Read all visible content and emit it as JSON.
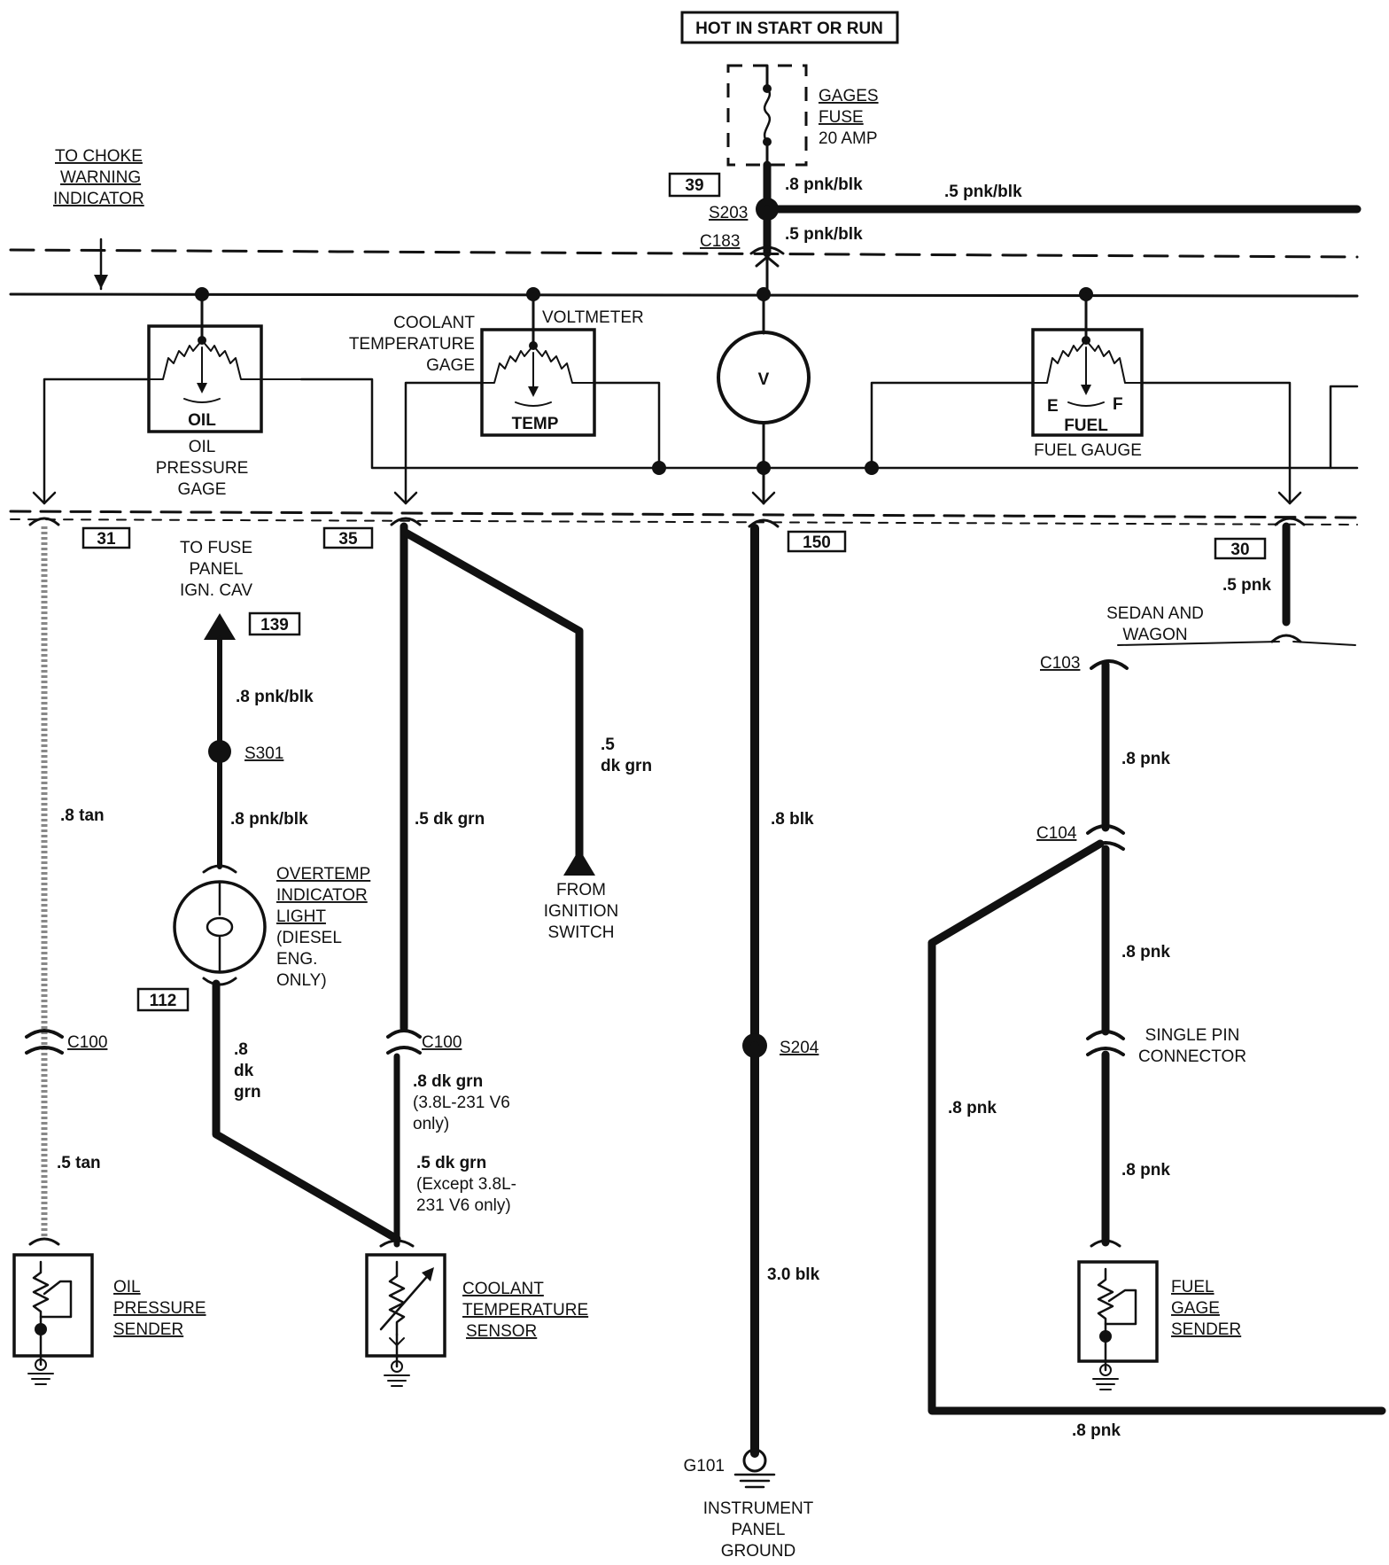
{
  "header": {
    "hot_label": "HOT IN START OR RUN"
  },
  "fuse": {
    "name_line1": "GAGES",
    "name_line2": "FUSE",
    "rating": "20 AMP"
  },
  "circuits": {
    "c39": "39",
    "c31": "31",
    "c35": "35",
    "c150": "150",
    "c30": "30",
    "c139": "139",
    "c112": "112"
  },
  "splices": {
    "s203": "S203",
    "s301": "S301",
    "s204": "S204"
  },
  "connectors": {
    "c183": "C183",
    "c100_left": "C100",
    "c100_mid": "C100",
    "c103": "C103",
    "c104": "C104",
    "single_pin_line1": "SINGLE PIN",
    "single_pin_line2": "CONNECTOR"
  },
  "choke": {
    "line1": "TO CHOKE",
    "line2": "WARNING",
    "line3": "INDICATOR"
  },
  "gauges": {
    "oil": {
      "face": "OIL",
      "line1": "OIL",
      "line2": "PRESSURE",
      "line3": "GAGE"
    },
    "coolant": {
      "face": "TEMP",
      "line1": "COOLANT",
      "line2": "TEMPERATURE",
      "line3": "GAGE"
    },
    "voltmeter": {
      "face": "V",
      "label": "VOLTMETER"
    },
    "fuel": {
      "face": "FUEL",
      "empty": "E",
      "full": "F",
      "label": "FUEL GAUGE"
    }
  },
  "wires": {
    "w_fuse_out": ".8 pnk/blk",
    "w_top_right": ".5 pnk/blk",
    "w_c183": ".5 pnk/blk",
    "w_tan_top": ".8 tan",
    "w_tan_bottom": ".5 tan",
    "w_s301_top": ".8 pnk/blk",
    "w_s301_bottom": ".8 pnk/blk",
    "w_dkgrn_8a": ".8",
    "w_dkgrn_8b": "dk",
    "w_dkgrn_8c": "grn",
    "w_dkgrn_5": ".5 dk grn",
    "w_ign_1": ".5",
    "w_ign_2": "dk grn",
    "w_dkgrn_38": ".8 dk grn",
    "w_dkgrn_38_note1": "(3.8L-231 V6",
    "w_dkgrn_38_note2": "only)",
    "w_dkgrn_exc": ".5 dk grn",
    "w_dkgrn_exc_note1": "(Except 3.8L-",
    "w_dkgrn_exc_note2": "231 V6 only)",
    "w_blk8": ".8 blk",
    "w_blk30": "3.0 blk",
    "w_pnk5": ".5 pnk",
    "w_pnk_c103": ".8 pnk",
    "w_pnk_c104": ".8 pnk",
    "w_pnk_single": ".8 pnk",
    "w_pnk_left": ".8 pnk",
    "w_pnk_bottom": ".8 pnk"
  },
  "fuse_panel": {
    "line1": "TO FUSE",
    "line2": "PANEL",
    "line3": "IGN. CAV"
  },
  "ignition": {
    "line1": "FROM",
    "line2": "IGNITION",
    "line3": "SWITCH"
  },
  "overtemp": {
    "line1": "OVERTEMP",
    "line2": "INDICATOR",
    "line3": "LIGHT",
    "line4": "(DIESEL",
    "line5": "ENG.",
    "line6": "ONLY)"
  },
  "sedan": {
    "line1": "SEDAN AND",
    "line2": "WAGON"
  },
  "senders": {
    "oil": {
      "line1": "OIL",
      "line2": "PRESSURE",
      "line3": "SENDER"
    },
    "coolant": {
      "line1": "COOLANT",
      "line2": "TEMPERATURE",
      "line3": "SENSOR"
    },
    "fuel": {
      "line1": "FUEL",
      "line2": "GAGE",
      "line3": "SENDER"
    }
  },
  "ground": {
    "id": "G101",
    "line1": "INSTRUMENT",
    "line2": "PANEL",
    "line3": "GROUND"
  }
}
